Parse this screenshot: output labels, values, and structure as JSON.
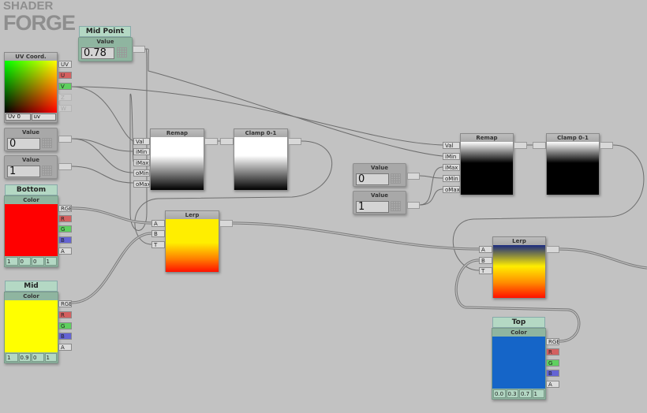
{
  "logo": {
    "line1": "SHADER",
    "line2": "FORGE"
  },
  "mid_point": {
    "title": "Mid Point",
    "type": "Value",
    "value": "0.78"
  },
  "uv": {
    "title": "UV Coord.",
    "uv_channel": "Uv 0",
    "mode": "uv",
    "ports": [
      "UV",
      "U",
      "V",
      "Z",
      "W"
    ]
  },
  "value_a": {
    "title": "Value",
    "value": "0"
  },
  "value_b": {
    "title": "Value",
    "value": "1"
  },
  "value_c": {
    "title": "Value",
    "value": "0"
  },
  "value_d": {
    "title": "Value",
    "value": "1"
  },
  "remap_ports": [
    "Val",
    "iMin",
    "iMax",
    "oMin",
    "oMax"
  ],
  "remap1": {
    "title": "Remap"
  },
  "clamp1": {
    "title": "Clamp 0-1"
  },
  "remap2": {
    "title": "Remap"
  },
  "clamp2": {
    "title": "Clamp 0-1"
  },
  "lerp_ports": [
    "A",
    "B",
    "T"
  ],
  "lerp1": {
    "title": "Lerp"
  },
  "lerp2": {
    "title": "Lerp"
  },
  "color_ports": [
    "RGB",
    "R",
    "G",
    "B",
    "A"
  ],
  "bottom": {
    "title": "Bottom",
    "type": "Color",
    "color": "#ff0000",
    "values": [
      "1",
      "0",
      "0",
      "1"
    ]
  },
  "mid": {
    "title": "Mid",
    "type": "Color",
    "color": "#ffff00",
    "values": [
      "1",
      "0.9",
      "0",
      "1"
    ]
  },
  "top": {
    "title": "Top",
    "type": "Color",
    "color": "#1565c8",
    "values": [
      "0.0",
      "0.3",
      "0.7",
      "1"
    ]
  }
}
